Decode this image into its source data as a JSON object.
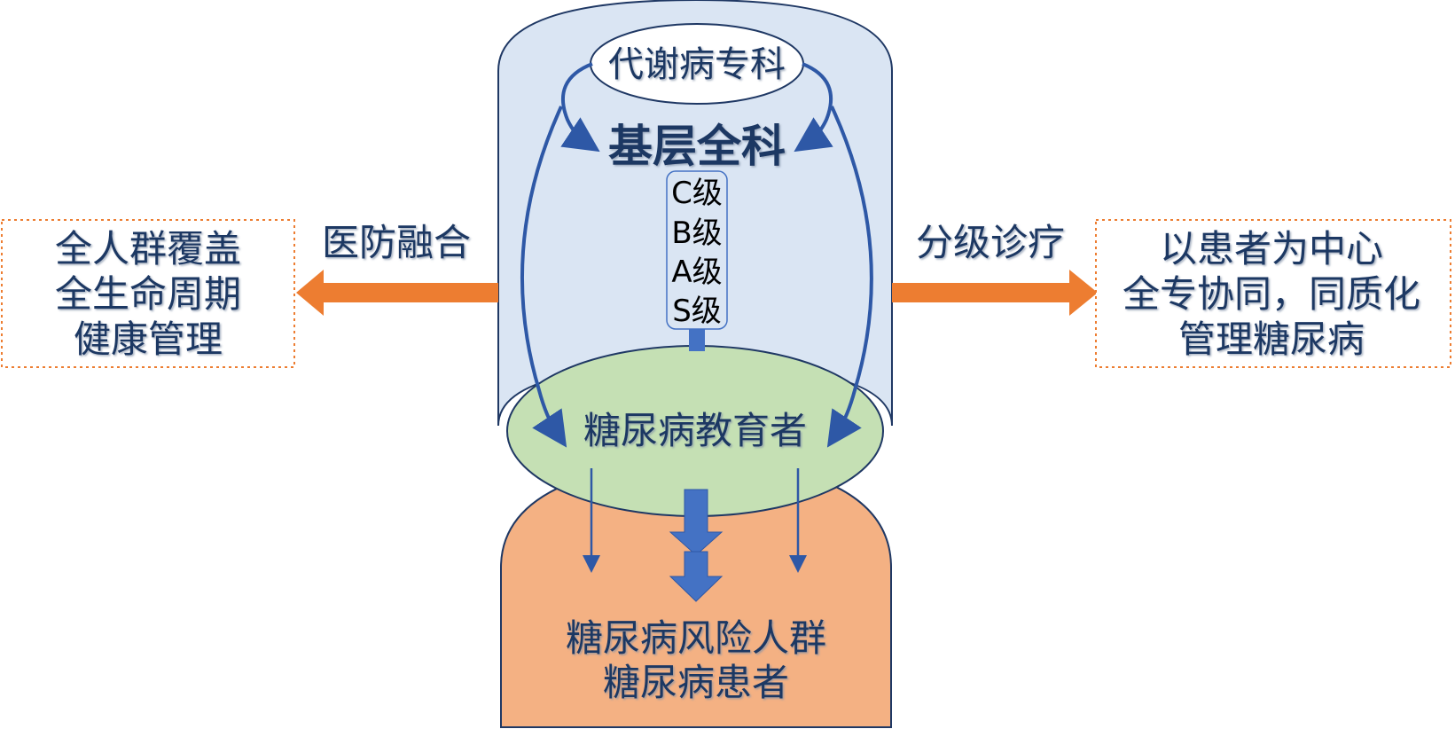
{
  "center": {
    "top_label": "代谢病专科",
    "primary_care_label": "基层全科",
    "levels": [
      "C级",
      "B级",
      "A级",
      "S级"
    ],
    "educator_label": "糖尿病教育者",
    "target_lines": [
      "糖尿病风险人群",
      "糖尿病患者"
    ]
  },
  "left": {
    "arrow_label": "医防融合",
    "box_lines": [
      "全人群覆盖",
      "全生命周期",
      "健康管理"
    ]
  },
  "right": {
    "arrow_label": "分级诊疗",
    "box_lines": [
      "以患者为中心",
      "全专协同，同质化",
      "管理糖尿病"
    ]
  },
  "colors": {
    "cylinder_fill": "#DAE5F3",
    "educator_fill": "#C5E0B4",
    "target_fill": "#F4B183",
    "orange_arrow": "#ED7D31",
    "blue_arrow": "#4472C4",
    "text_dark": "#1F3864"
  }
}
